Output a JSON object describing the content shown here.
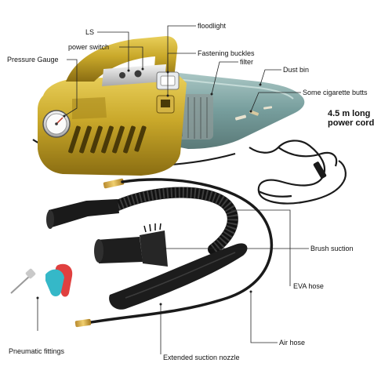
{
  "labels": {
    "ls": "LS",
    "power_switch": "power switch",
    "pressure_gauge": "Pressure Gauge",
    "floodlight": "floodlight",
    "fastening_buckles": "Fastening buckles",
    "filter": "filter",
    "dust_bin": "Dust bin",
    "cigarette_butts": "Some cigarette butts",
    "power_cord_line1": "4.5 m long",
    "power_cord_line2": "power cord",
    "brush_suction": "Brush suction",
    "eva_hose": "EVA hose",
    "air_hose": "Air hose",
    "pneumatic_fittings": "Pneumatic fittings",
    "extended_nozzle": "Extended suction nozzle"
  },
  "colors": {
    "body_gold": "#c9a82a",
    "body_shadow": "#8a6d12",
    "bin_teal": "#5f8d8c",
    "hose_black": "#1a1a1a",
    "fitting_red": "#e0403f",
    "fitting_cyan": "#35b8c8",
    "leader_line": "#222222"
  }
}
